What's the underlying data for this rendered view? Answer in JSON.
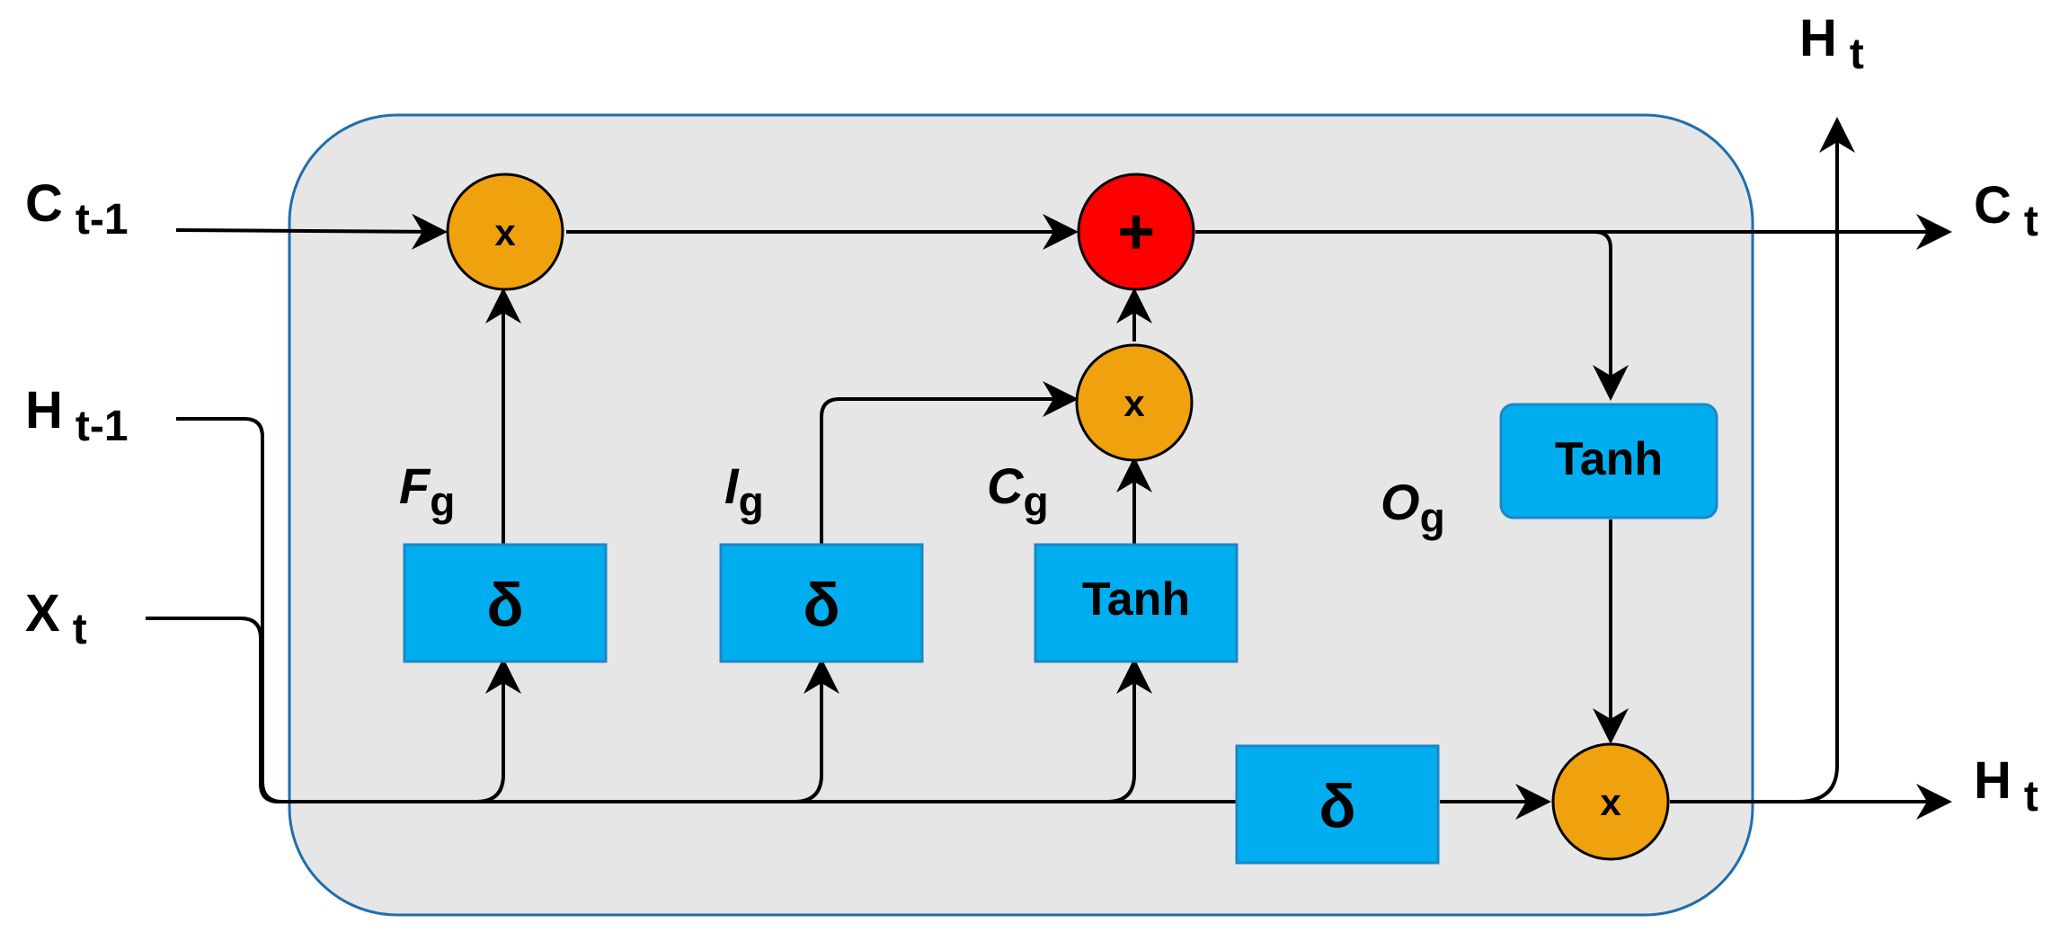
{
  "colors": {
    "cell_fill": "#e6e6e6",
    "cell_border": "#1f6eae",
    "box_fill": "#00aeef",
    "box_border": "#1a87c9",
    "multiply_fill": "#f0a20e",
    "add_fill": "#ff0000",
    "wire": "#000000"
  },
  "inputs": {
    "c_prev": {
      "main": "C",
      "sub": "t-1"
    },
    "h_prev": {
      "main": "H",
      "sub": "t-1"
    },
    "x_t": {
      "main": "X",
      "sub": "t"
    }
  },
  "outputs": {
    "c_t": {
      "main": "C",
      "sub": "t"
    },
    "h_t_right": {
      "main": "H",
      "sub": "t"
    },
    "h_t_top": {
      "main": "H",
      "sub": "t"
    }
  },
  "gate_labels": {
    "forget": {
      "main": "F",
      "sub": "g"
    },
    "input": {
      "main": "I",
      "sub": "g"
    },
    "candidate": {
      "main": "C",
      "sub": "g"
    },
    "output": {
      "main": "O",
      "sub": "g"
    }
  },
  "blocks": {
    "forget_sigmoid": "δ",
    "input_sigmoid": "δ",
    "candidate_tanh": "Tanh",
    "output_sigmoid": "δ",
    "cell_tanh": "Tanh"
  },
  "operators": {
    "forget_multiply": "x",
    "input_multiply": "x",
    "output_multiply": "x",
    "cell_add": "+"
  }
}
